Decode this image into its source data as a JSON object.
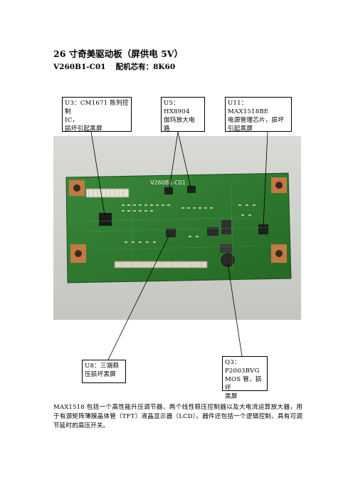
{
  "document": {
    "title": "26 寸奇美驱动板（屏供电 5V）",
    "model": "V260B1-C01",
    "chip_info": "配机芯有：8K60"
  },
  "callouts": {
    "u3": {
      "lines": [
        "U3：CM1671 陈列控制",
        "IC，",
        "损坏引起黑屏"
      ]
    },
    "u5": {
      "lines": [
        "U5：HX8904",
        "伽玛放大电",
        "路"
      ]
    },
    "u11": {
      "lines": [
        "U11：  MAX1518BE",
        "电源管理芯片，损坏",
        "引起黑屏"
      ]
    },
    "u8": {
      "lines": [
        "U8：三端稳",
        "压损坏黑屏"
      ]
    },
    "q3": {
      "lines": [
        "Q3：P2003BVG",
        "MOS 管，损坏",
        "黑屏"
      ]
    }
  },
  "board": {
    "silkscreen": "V260B1-C01"
  },
  "description": "MAX1518 包括一个高性能升压调节器、两个线性稳压控制器以及大电流运算放大器，用于有源矩阵薄膜晶体管（TFT）液晶显示器（LCD）。器件还包括一个逻辑控制、具有可调节延时的高压开关。",
  "colors": {
    "pcb": "#2f7a2a",
    "pcb_dark": "#215e1f",
    "pad": "#c27a45",
    "background_gray": "#cfd0cc"
  }
}
